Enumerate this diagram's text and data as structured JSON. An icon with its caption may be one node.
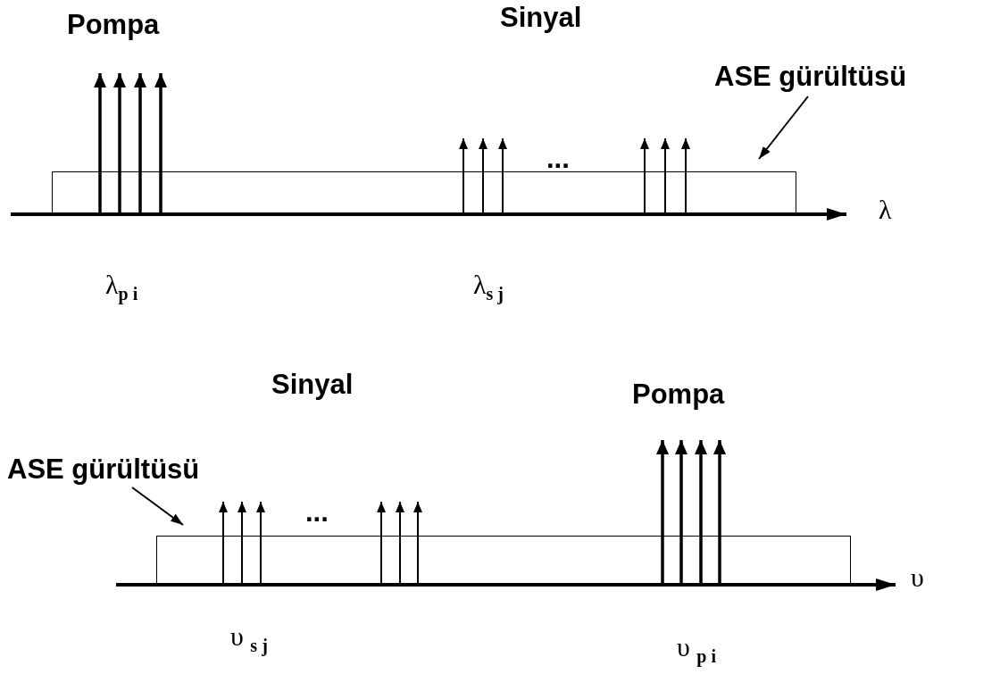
{
  "diagram": {
    "nodes": [
      {
        "text": [
          "ASE gürültüsü"
        ]
      },
      {
        "text": [],
        "shape": "box"
      },
      {
        "text": [
          "ASE gürültüsü"
        ]
      },
      {
        "text": [],
        "shape": "box"
      }
    ],
    "edges": [
      {
        "from": 0,
        "to": 1,
        "arrow": "to"
      },
      {
        "from": 2,
        "to": 3,
        "arrow": "to"
      }
    ],
    "labels": [
      "Pompa",
      "Sinyal",
      "λ",
      "...",
      "λ$_{p i}$",
      "λ$_{s j}$",
      "Sinyal",
      "Pompa",
      "...",
      "υ",
      "υ $_{s j}$",
      "υ $_{p i}$"
    ]
  }
}
